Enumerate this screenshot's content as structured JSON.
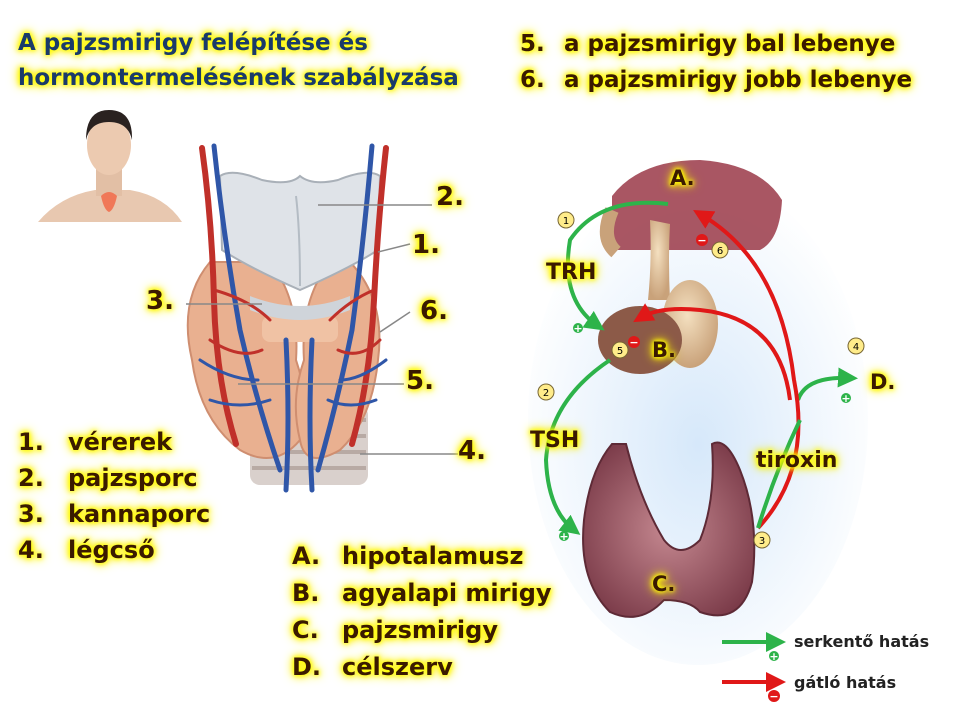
{
  "title": {
    "line1": "A pajzsmirigy felépítése és",
    "line2": "hormontermelésének szabályzása"
  },
  "lobes": [
    {
      "num": "5.",
      "text": "a pajzsmirigy bal lebenye"
    },
    {
      "num": "6.",
      "text": "a pajzsmirigy jobb lebenye"
    }
  ],
  "anatomy_labels": {
    "n1": "1.",
    "n2": "2.",
    "n3": "3.",
    "n4": "4.",
    "n5": "5.",
    "n6": "6."
  },
  "numbered_legend": [
    {
      "num": "1.",
      "text": "vérerek"
    },
    {
      "num": "2.",
      "text": "pajzsporc"
    },
    {
      "num": "3.",
      "text": "kannaporc"
    },
    {
      "num": "4.",
      "text": "légcső"
    }
  ],
  "lettered_legend": [
    {
      "num": "A.",
      "text": "hipotalamusz"
    },
    {
      "num": "B.",
      "text": "agyalapi mirigy"
    },
    {
      "num": "C.",
      "text": "pajzsmirigy"
    },
    {
      "num": "D.",
      "text": "célszerv"
    }
  ],
  "regulation": {
    "A": "A.",
    "B": "B.",
    "C": "C.",
    "D": "D.",
    "trh": "TRH",
    "tsh": "TSH",
    "tiroxin": "tiroxin",
    "steps": [
      "1",
      "2",
      "3",
      "4",
      "5",
      "6"
    ],
    "plus": "+",
    "minus": "−"
  },
  "key": {
    "stimulating": "serkentő hatás",
    "inhibiting": "gátló hatás"
  },
  "colors": {
    "stimulating": "#2db34a",
    "inhibiting": "#e01818",
    "highlight": "#ffff00",
    "text": "#3a1a00"
  }
}
